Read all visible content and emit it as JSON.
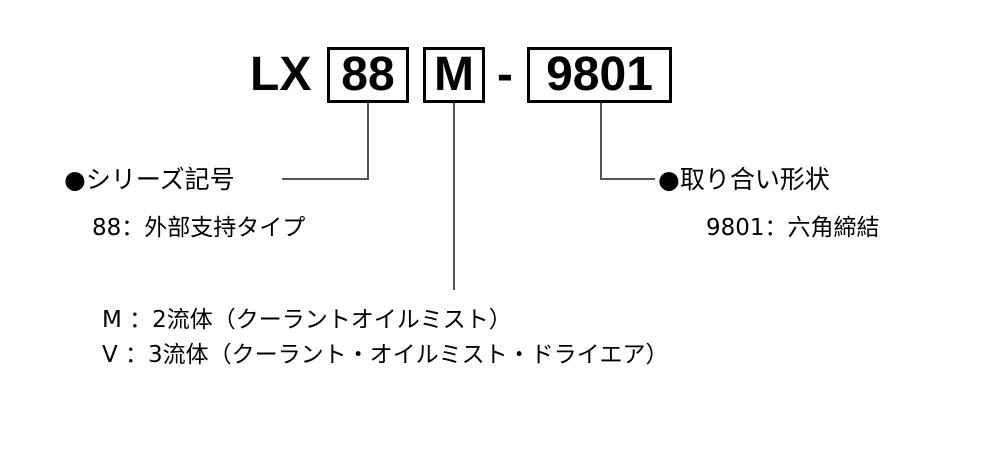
{
  "code": {
    "prefix": "LX",
    "series": "88",
    "fluid": "M",
    "dash": "-",
    "fitting": "9801"
  },
  "series_section": {
    "heading": "●シリーズ記号",
    "item": "88：外部支持タイプ"
  },
  "fitting_section": {
    "heading": "●取り合い形状",
    "item": "9801：六角締結"
  },
  "fluid_section": {
    "items": [
      "M ：2流体（クーラントオイルミスト）",
      "V ：3流体（クーラント・オイルミスト・ドライエア）"
    ]
  }
}
